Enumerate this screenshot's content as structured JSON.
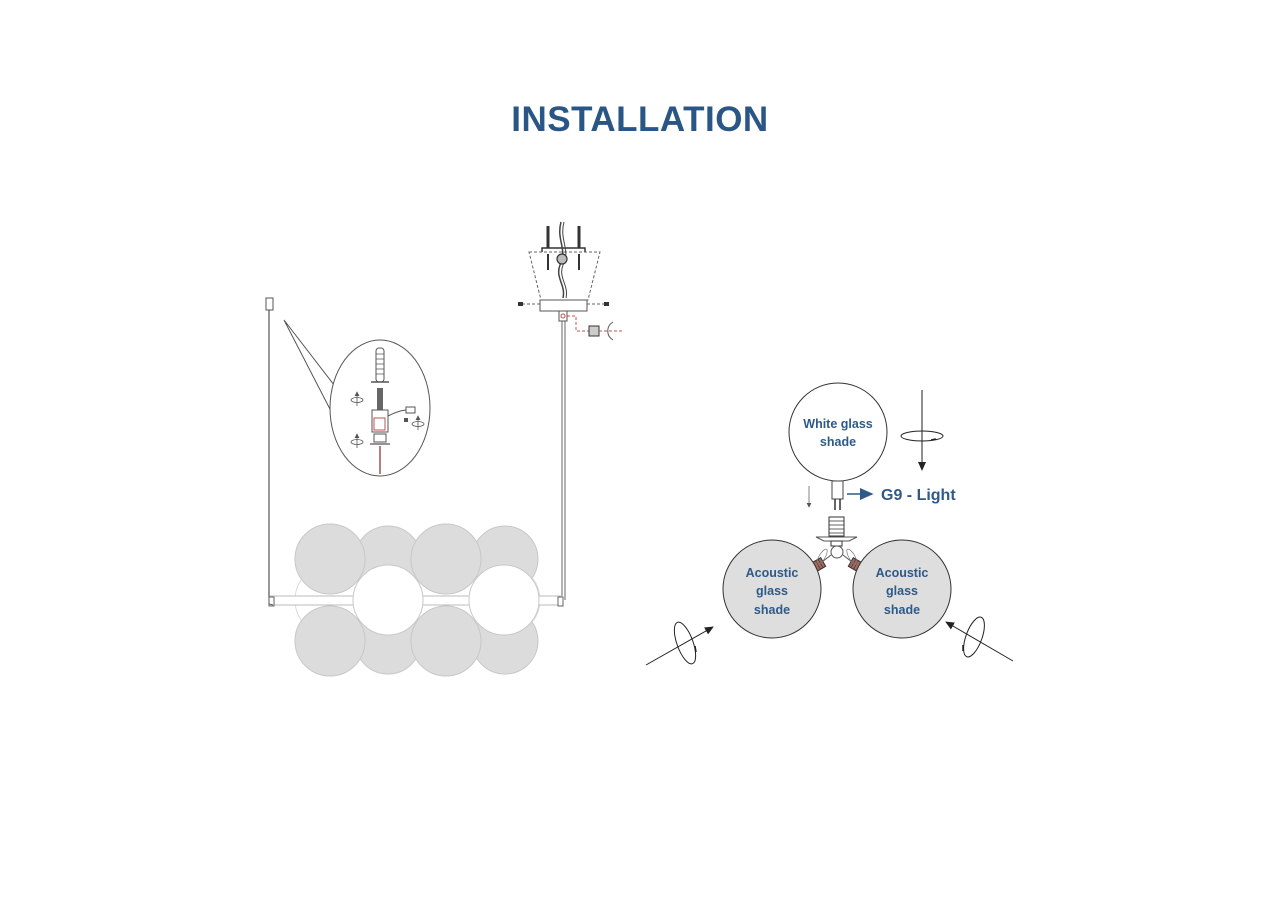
{
  "page": {
    "title": "INSTALLATION"
  },
  "colors": {
    "title": "#2a5686",
    "label": "#2f5a88",
    "line": "#555555",
    "shade_fill": "#dcdcdc",
    "acoustic_fill": "#dedede",
    "accent_red": "#c0504d",
    "background": "#ffffff"
  },
  "left_diagram": {
    "name": "chandelier-assembly",
    "shades_top_row": 4,
    "shades_bottom_row": 4,
    "white_shades": 2,
    "detail_callout": "cable-gripper-detail"
  },
  "right_diagram": {
    "name": "shade-socket-assembly",
    "white_shade": {
      "line1": "White glass",
      "line2": "shade"
    },
    "bulb_label": "G9 - Light",
    "acoustic_left": {
      "line1": "Acoustic",
      "line2": "glass",
      "line3": "shade"
    },
    "acoustic_right": {
      "line1": "Acoustic",
      "line2": "glass",
      "line3": "shade"
    }
  }
}
